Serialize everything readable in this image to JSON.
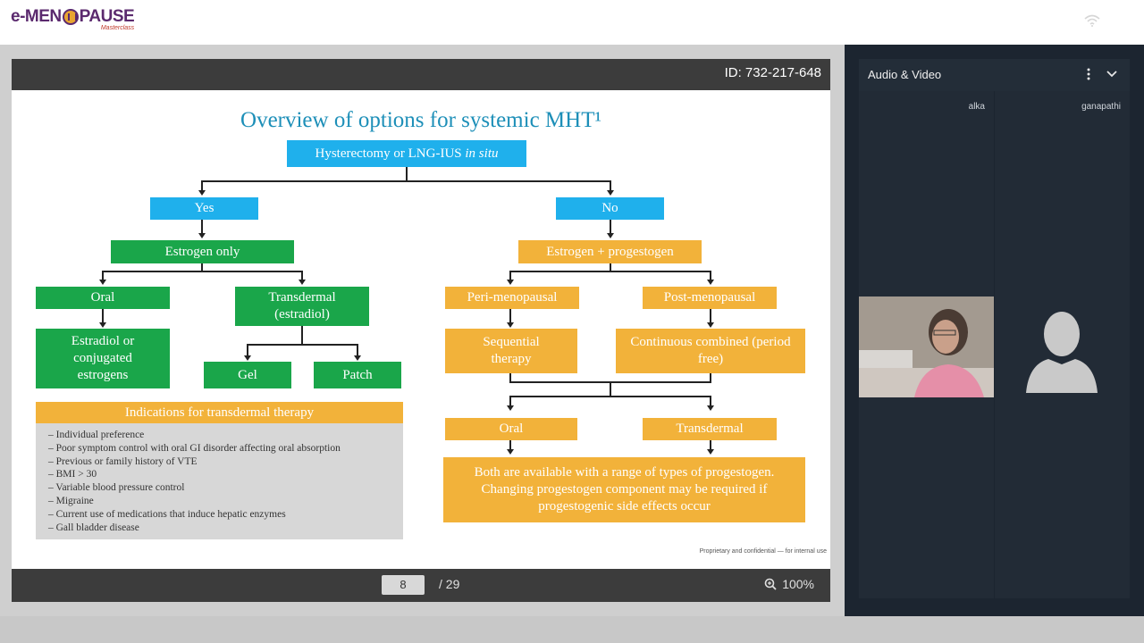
{
  "app": {
    "logo_text_left": "e-MEN",
    "logo_text_right": "PAUSE",
    "logo_sub": "Masterclass"
  },
  "presentation": {
    "meeting_id": "ID: 732-217-648",
    "current_page": "8",
    "total_pages": "/ 29",
    "zoom": "100%"
  },
  "slide": {
    "title": "Overview of options for systemic MHT¹",
    "root": "Hysterectomy or LNG-IUS",
    "root_italic": "in situ",
    "yes": "Yes",
    "no": "No",
    "estrogen_only": "Estrogen only",
    "oral_left": "Oral",
    "transdermal_left": "Transdermal (estradiol)",
    "estradiol_or": "Estradiol or conjugated estrogens",
    "gel": "Gel",
    "patch": "Patch",
    "estrogen_progestogen": "Estrogen + progestogen",
    "peri": "Peri-menopausal",
    "post": "Post-menopausal",
    "sequential": "Sequential therapy",
    "continuous": "Continuous combined (period free)",
    "oral_right": "Oral",
    "transdermal_right": "Transdermal",
    "progestogen_note": "Both are available with a range of types of progestogen. Changing progestogen component may be required if progestogenic side effects occur",
    "indications_title": "Indications for transdermal therapy",
    "indications": [
      "Individual preference",
      "Poor symptom control with oral GI disorder affecting oral absorption",
      "Previous or family history of VTE",
      "BMI > 30",
      "Variable blood pressure control",
      "Migraine",
      "Current use of medications that induce hepatic enzymes",
      "Gall bladder disease"
    ],
    "confidential": "Proprietary and confidential — for internal use"
  },
  "av_panel": {
    "title": "Audio & Video",
    "participants": [
      "alka",
      "ganapathi"
    ]
  },
  "colors": {
    "blue": "#1fb0ec",
    "green": "#1aa64a",
    "orange": "#f2b23a",
    "title": "#1d8fb8"
  },
  "icons": [
    "wifi-icon",
    "zoom-icon",
    "more-vertical-icon",
    "chevron-down-icon",
    "user-silhouette-icon"
  ]
}
